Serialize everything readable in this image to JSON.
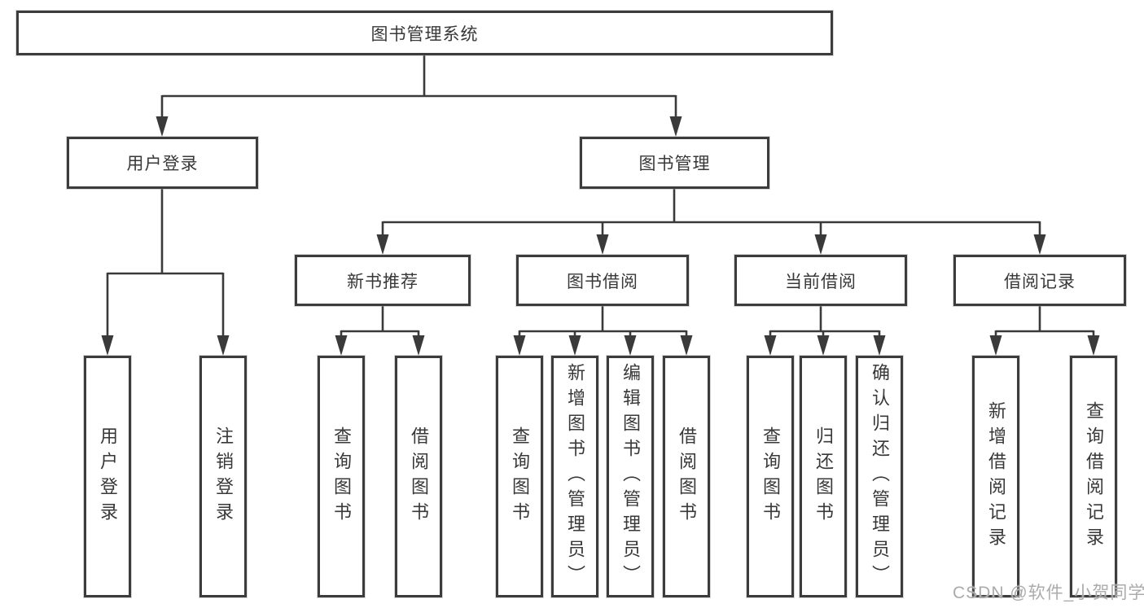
{
  "diagram": {
    "type": "functional-structure-tree",
    "colors": {
      "line": "#3a3a3a",
      "box_border": "#3c3c3c",
      "text": "#383838",
      "background": "#ffffff",
      "watermark_text": "#ababab"
    },
    "tree": {
      "label": "图书管理系统",
      "children": [
        {
          "label": "用户登录",
          "children": [
            {
              "label": "用户登录"
            },
            {
              "label": "注销登录"
            }
          ]
        },
        {
          "label": "图书管理",
          "children": [
            {
              "label": "新书推荐",
              "children": [
                {
                  "label": "查询图书"
                },
                {
                  "label": "借阅图书"
                }
              ]
            },
            {
              "label": "图书借阅",
              "children": [
                {
                  "label": "查询图书"
                },
                {
                  "label": "新增图书（管理员）"
                },
                {
                  "label": "编辑图书（管理员）"
                },
                {
                  "label": "借阅图书"
                }
              ]
            },
            {
              "label": "当前借阅",
              "children": [
                {
                  "label": "查询图书"
                },
                {
                  "label": "归还图书"
                },
                {
                  "label": "确认归还（管理员）"
                }
              ]
            },
            {
              "label": "借阅记录",
              "children": [
                {
                  "label": "新增借阅记录"
                },
                {
                  "label": "查询借阅记录"
                }
              ]
            }
          ]
        }
      ]
    },
    "watermark": "CSDN @软件_小贺同学"
  }
}
